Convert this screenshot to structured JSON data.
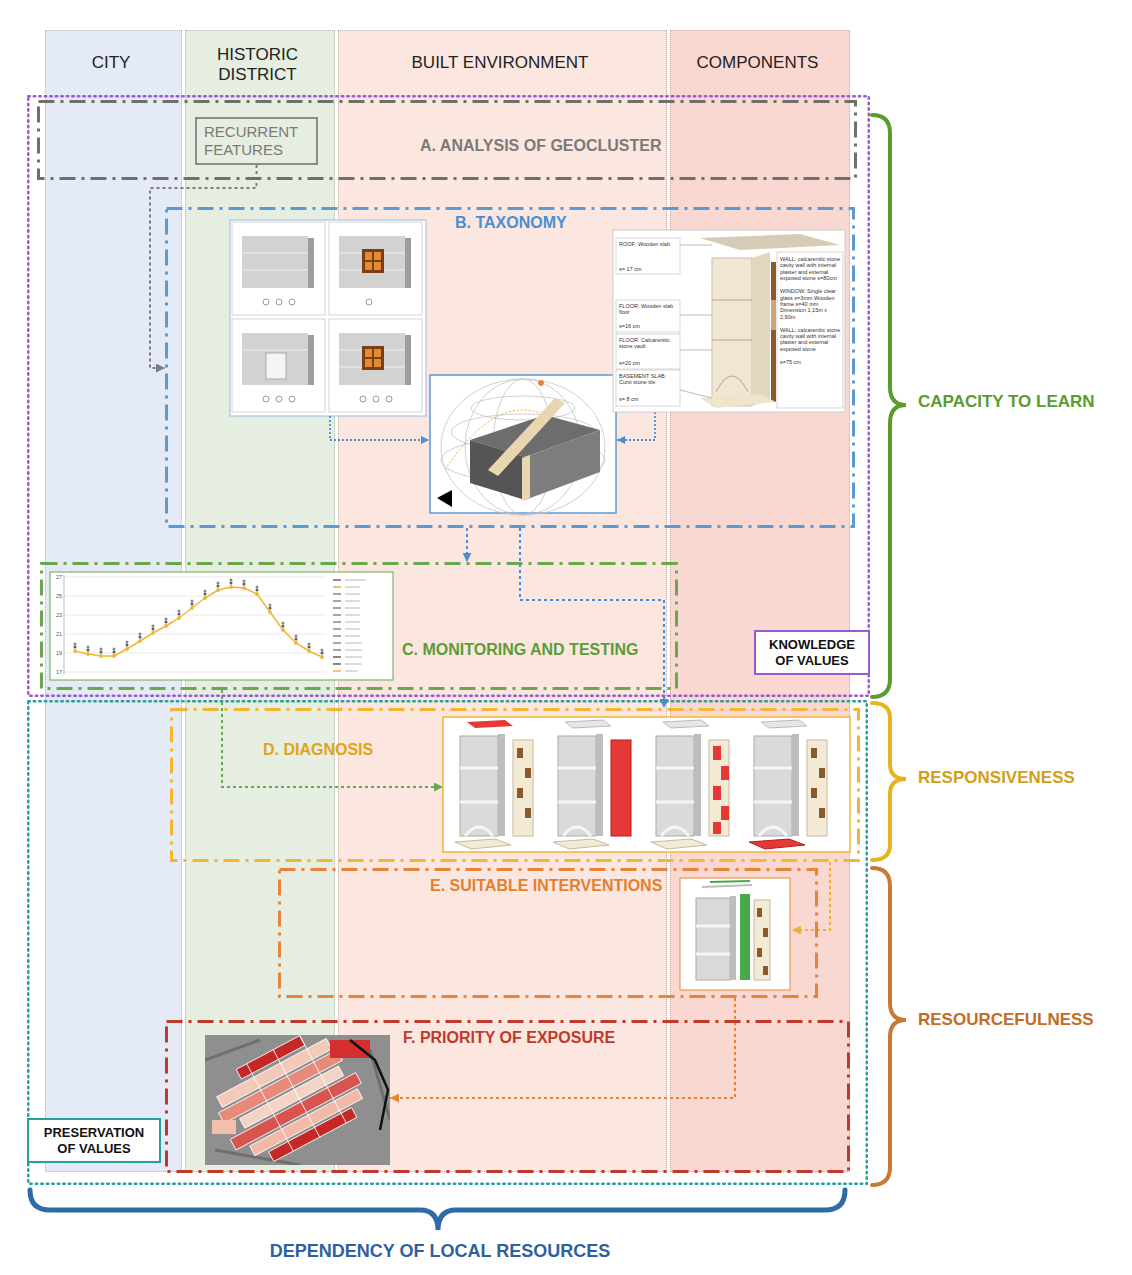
{
  "diagram": {
    "nodes": [
      {
        "text": [
          "CITY"
        ]
      },
      {
        "text": [
          "HISTORIC DISTRICT"
        ]
      },
      {
        "text": [
          "BUILT ENVIRONMENT"
        ]
      },
      {
        "text": [
          "COMPONENTS"
        ]
      },
      {
        "text": [
          "KNOWLEDGE OF VALUES"
        ]
      },
      {
        "text": [
          "A. ANALYSIS OF GEOCLUSTER"
        ],
        "in": 4
      },
      {
        "text": [
          "RECURRENT FEATURES"
        ],
        "in": 5
      },
      {
        "text": [
          "B. TAXONOMY"
        ],
        "in": 4
      },
      {
        "text": [
          "C. MONITORING AND TESTING"
        ],
        "in": 4
      },
      {
        "text": [
          "PRESERVATION OF VALUES"
        ]
      },
      {
        "text": [
          "D. DIAGNOSIS"
        ],
        "in": 9
      },
      {
        "text": [
          "E. SUITABLE INTERVENTIONS"
        ],
        "in": 9
      },
      {
        "text": [
          "F. PRIORITY OF EXPOSURE"
        ],
        "in": 9
      }
    ],
    "edges": [
      {
        "from": 6,
        "to": 7,
        "arrow": "to"
      },
      {
        "from": 7,
        "to": 8,
        "arrow": "to"
      },
      {
        "from": 7,
        "to": 10,
        "arrow": "to"
      },
      {
        "from": 8,
        "to": 10,
        "arrow": "to"
      },
      {
        "from": 10,
        "to": 11,
        "arrow": "to"
      },
      {
        "from": 11,
        "to": 12,
        "arrow": "to"
      }
    ],
    "labels": [
      "CAPACITY TO LEARN",
      "RESPONSIVENESS",
      "RESOURCEFULNESS",
      "DEPENDENCY OF LOCAL RESOURCES",
      "ROOF: Wooden slab",
      "s= 17 cm",
      "FLOOR: Wooden slab floor",
      "s=16 cm",
      "FLOOR: Calcarenitic stone vault",
      "s=20 cm",
      "BASEMENT SLAB: Cursi stone tile",
      "s= 8 cm",
      "WALL: calcarenitic stone cavity wall with internal plaster and external exposed stone s=80cm",
      "WINDOW: Single clear glass s=3mm Wooden frame s=40 mm Dimension 1,15m x 2,90m",
      "WALL: calcarenitic stone cavity wall with internal plaster and external exposed stone",
      "s=75 cm",
      "27",
      "25",
      "23",
      "21",
      "19",
      "17"
    ]
  }
}
